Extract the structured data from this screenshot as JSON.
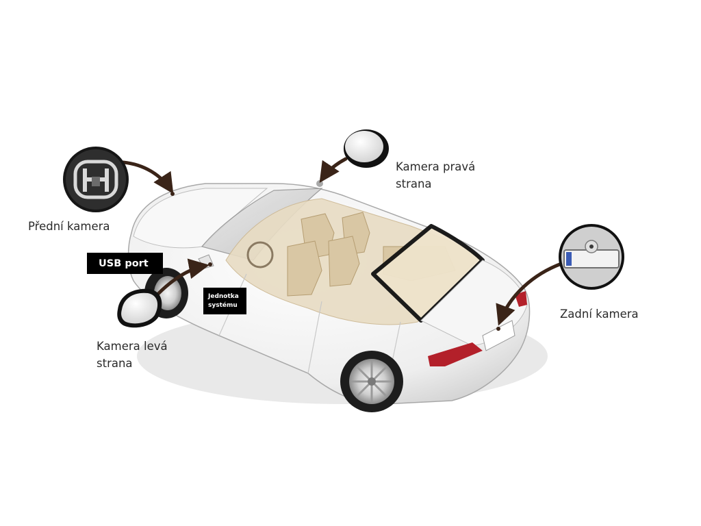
{
  "labels": {
    "front_camera": "Přední kamera",
    "right_camera": [
      "Kamera pravá",
      "strana"
    ],
    "rear_camera": "Zadní kamera",
    "left_camera": [
      "Kamera levá",
      "strana"
    ]
  },
  "tags": {
    "usb_port": "USB port",
    "system_unit": [
      "Jednotka",
      "systému"
    ]
  },
  "colors": {
    "background": "#ffffff",
    "label_text": "#2a2a2a",
    "tag_background": "#000000",
    "tag_text": "#ffffff",
    "arrow": "#3a2418",
    "car_body": "#f3f3f3",
    "interior": "#d9c7a4",
    "taillight": "#b3202a"
  }
}
